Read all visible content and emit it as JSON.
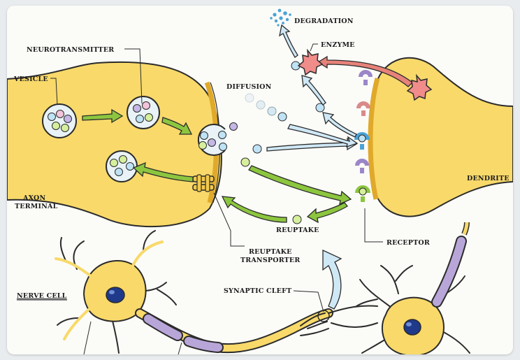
{
  "labels": {
    "degradation": "DEGRADATION",
    "enzyme": "ENZYME",
    "neurotransmitter": "NEUROTRANSMITTER",
    "vesicle": "VESICLE",
    "diffusion": "DIFFUSION",
    "axon_terminal_line1": "AXON",
    "axon_terminal_line2": "TERMINAL",
    "dendrite": "DENDRITE",
    "reuptake": "REUPTAKE",
    "receptor": "RECEPTOR",
    "reuptake_transporter_line1": "REUPTAKE",
    "reuptake_transporter_line2": "TRANSPORTER",
    "nerve_cell": "NERVE CELL",
    "synaptic_cleft": "SYNAPTIC CLEFT"
  },
  "colors": {
    "membrane": "#e0a92a",
    "cytoplasm": "#f8d96a",
    "outline": "#2b2b2b",
    "arrow_green": "#8cc63f",
    "arrow_blue": "#cfe8f6",
    "arrow_red": "#e7827a",
    "enzyme": "#f08c8a",
    "receptor_purple": "#9b86c9",
    "receptor_pink": "#d98a8a",
    "receptor_blue": "#4aa3d8",
    "myelin": "#b9a6d9"
  }
}
